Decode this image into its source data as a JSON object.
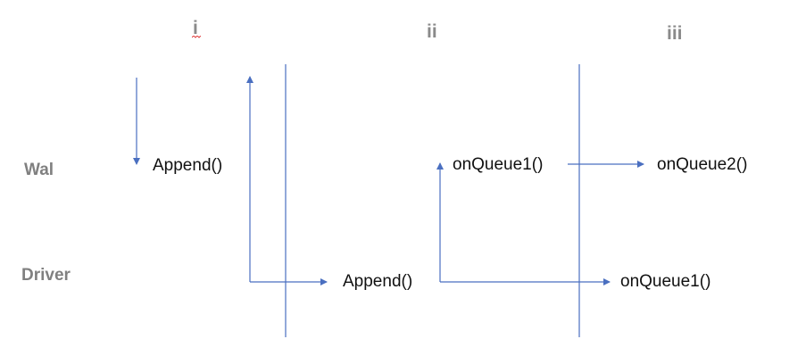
{
  "headers": {
    "h1": "i",
    "h2": "ii",
    "h3": "iii"
  },
  "rows": {
    "wal": "Wal",
    "driver": "Driver"
  },
  "calls": {
    "wal_append": "Append()",
    "wal_onqueue1": "onQueue1()",
    "wal_onqueue2": "onQueue2()",
    "driver_append": "Append()",
    "driver_onqueue1": "onQueue1()"
  },
  "colors": {
    "arrow": "#4a6fc0",
    "divider": "#4a6fc0",
    "spellcheck": "#e04040"
  }
}
